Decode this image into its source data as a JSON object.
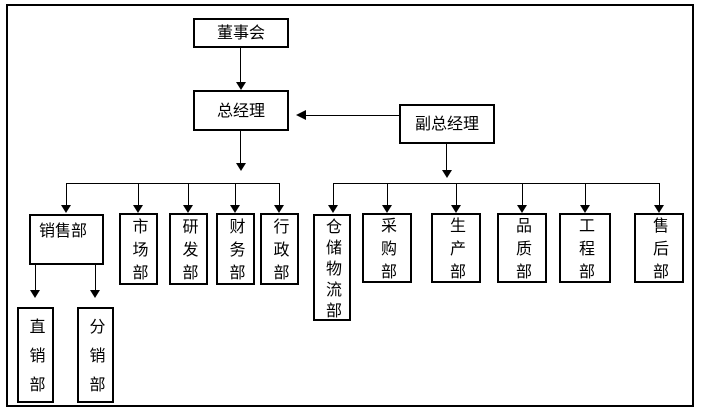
{
  "canvas": {
    "background_color": "#ffffff",
    "line_color": "#000000",
    "border_color": "#000000"
  },
  "nodes": {
    "board": {
      "label": "董事会"
    },
    "general_manager": {
      "label": "总经理"
    },
    "deputy_general_manager": {
      "label": "副总经理"
    },
    "sales": {
      "label": "销售部"
    },
    "marketing": {
      "label": "市场部"
    },
    "rd": {
      "label": "研发部"
    },
    "finance": {
      "label": "财务部"
    },
    "admin": {
      "label": "行政部"
    },
    "warehouse_logistics": {
      "label": "仓储物流部"
    },
    "purchasing": {
      "label": "采购部"
    },
    "production": {
      "label": "生产部"
    },
    "quality": {
      "label": "品质部"
    },
    "engineering": {
      "label": "工程部"
    },
    "after_sales": {
      "label": "售后部"
    },
    "direct_sales": {
      "label": "直销部"
    },
    "distribution": {
      "label": "分销部"
    }
  },
  "edges": [
    {
      "from": "board",
      "to": "general_manager",
      "style": "arrow-down"
    },
    {
      "from": "deputy_general_manager",
      "to": "general_manager",
      "style": "arrow-left"
    },
    {
      "from": "general_manager",
      "to": [
        "sales",
        "marketing",
        "rd",
        "finance",
        "admin"
      ],
      "style": "branch-down"
    },
    {
      "from": "deputy_general_manager",
      "to": [
        "warehouse_logistics",
        "purchasing",
        "production",
        "quality",
        "engineering",
        "after_sales"
      ],
      "style": "branch-down"
    },
    {
      "from": "sales",
      "to": [
        "direct_sales",
        "distribution"
      ],
      "style": "branch-down"
    }
  ]
}
